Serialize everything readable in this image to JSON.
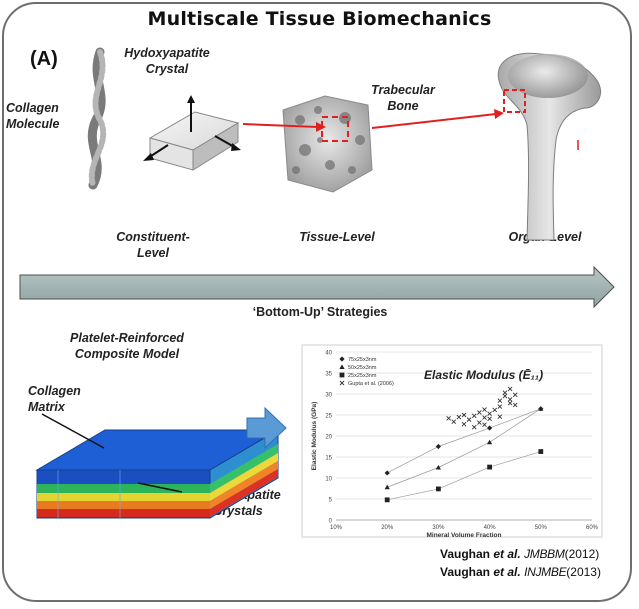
{
  "title": "Multiscale Tissue Biomechanics",
  "panel_label": "(A)",
  "labels": {
    "collagen_molecule": [
      "Collagen",
      "Molecule"
    ],
    "hydroxyapatite_crystal": [
      "Hydoxyapatite",
      "Crystal"
    ],
    "trabecular_bone": [
      "Trabecular",
      "Bone"
    ],
    "constituent_level": [
      "Constituent-",
      "Level"
    ],
    "tissue_level": "Tissue-Level",
    "organ_level": "Organ-Level",
    "strategy": "‘Bottom-Up’ Strategies",
    "composite_model": [
      "Platelet-Reinforced",
      "Composite Model"
    ],
    "collagen_matrix": [
      "Collagen",
      "Matrix"
    ],
    "hydroxyapatite_crystals": [
      "Hydoxyapatite",
      "Crystals"
    ]
  },
  "references": [
    {
      "author": "Vaughan",
      "etal": "et al.",
      "journal": "JMBBM",
      "year": "(2012)"
    },
    {
      "author": "Vaughan",
      "etal": "et al.",
      "journal": "INJMBE",
      "year": "(2013)"
    }
  ],
  "colors": {
    "arrow": "#e02020",
    "band_fill": "#9aafad",
    "inset_arrow": "#5b9bd5"
  },
  "chart_data": {
    "type": "scatter",
    "title": "Elastic Modulus (Ē₁₁)",
    "xlabel": "Mineral Volume Fraction",
    "ylabel": "Elastic Modulus (GPa)",
    "xlim": [
      10,
      60
    ],
    "ylim": [
      0,
      40
    ],
    "x_ticks": [
      "10%",
      "20%",
      "30%",
      "40%",
      "50%",
      "60%"
    ],
    "y_ticks": [
      "0",
      "5",
      "10",
      "15",
      "20",
      "25",
      "30",
      "35",
      "40"
    ],
    "legend": "top-left",
    "grid": true,
    "series": [
      {
        "name": "75x25x3nm",
        "marker": "diamond",
        "points": [
          [
            20,
            11.2
          ],
          [
            30,
            17.5
          ],
          [
            40,
            21.9
          ],
          [
            50,
            26.5
          ]
        ],
        "trend": true
      },
      {
        "name": "50x25x3nm",
        "marker": "triangle",
        "points": [
          [
            20,
            7.8
          ],
          [
            30,
            12.5
          ],
          [
            40,
            18.5
          ],
          [
            50,
            26.5
          ]
        ],
        "trend": true
      },
      {
        "name": "25x25x3nm",
        "marker": "square",
        "points": [
          [
            20,
            4.8
          ],
          [
            30,
            7.4
          ],
          [
            40,
            12.6
          ],
          [
            50,
            16.3
          ]
        ],
        "trend": true
      },
      {
        "name": "Gupta et al. (2006)",
        "marker": "x",
        "points": [
          [
            32,
            24.2
          ],
          [
            33,
            23.4
          ],
          [
            34,
            24.5
          ],
          [
            35,
            22.8
          ],
          [
            35,
            25.0
          ],
          [
            36,
            23.9
          ],
          [
            37,
            22.1
          ],
          [
            37,
            24.8
          ],
          [
            38,
            25.6
          ],
          [
            38,
            23.2
          ],
          [
            39,
            22.7
          ],
          [
            39,
            26.3
          ],
          [
            40,
            24.1
          ],
          [
            40,
            25.3
          ],
          [
            41,
            26.2
          ],
          [
            42,
            28.4
          ],
          [
            42,
            24.6
          ],
          [
            43,
            29.5
          ],
          [
            43,
            30.3
          ],
          [
            44,
            31.2
          ],
          [
            44,
            28.7
          ],
          [
            45,
            29.8
          ],
          [
            45,
            27.4
          ],
          [
            44,
            27.8
          ],
          [
            42,
            27.0
          ],
          [
            39,
            24.4
          ]
        ],
        "trend": false
      }
    ]
  }
}
